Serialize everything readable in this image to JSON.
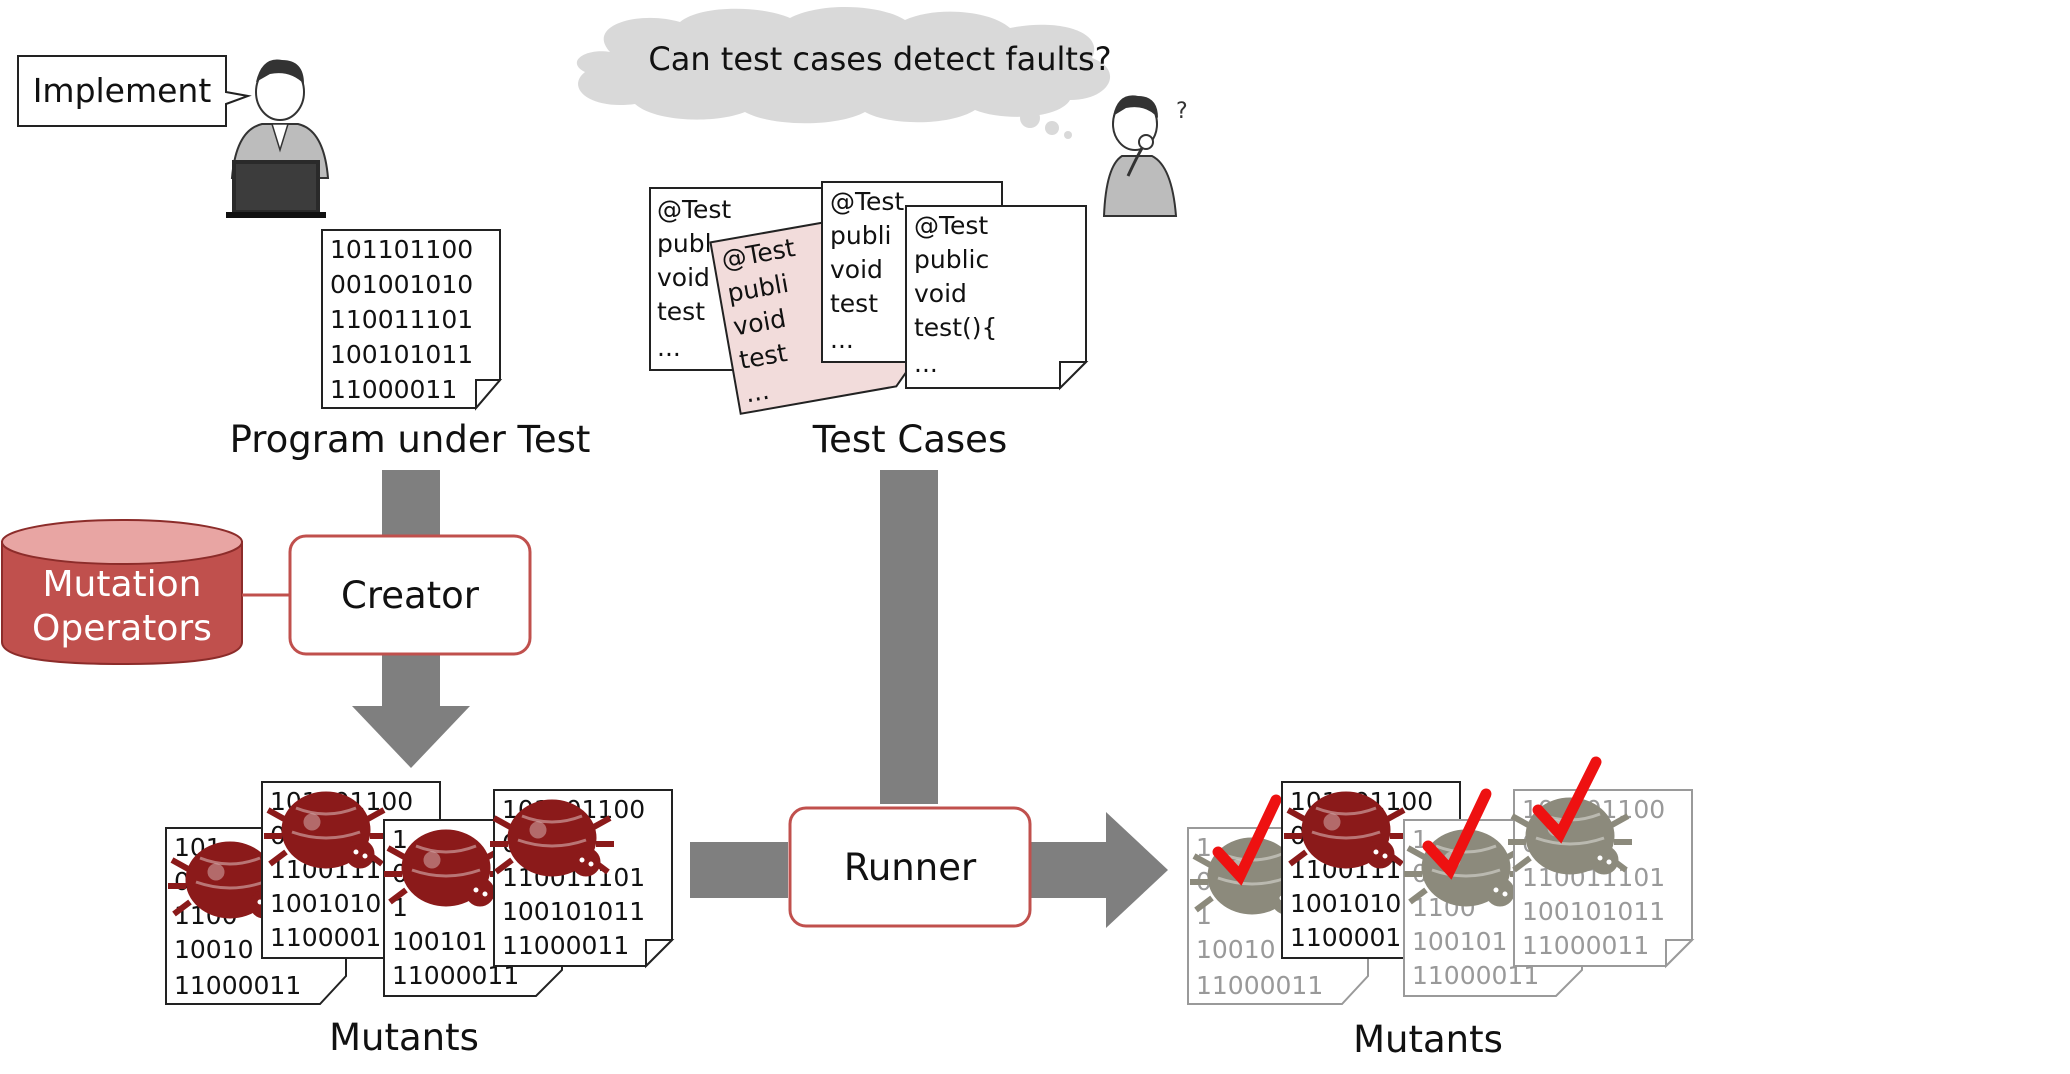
{
  "thought": "Can test cases detect faults?",
  "speech": "Implement",
  "question_mark": "?",
  "labels": {
    "program": "Program under Test",
    "test_cases": "Test Cases",
    "mutants_left": "Mutants",
    "mutants_right": "Mutants"
  },
  "mutation_operators": [
    "Mutation",
    "Operators"
  ],
  "creator": "Creator",
  "runner": "Runner",
  "program_code": [
    "101101100",
    "001001010",
    "110011101",
    "100101011",
    "11000011"
  ],
  "test_code_partial_a": [
    "@Test",
    "publ",
    "void",
    "test",
    "..."
  ],
  "test_code_partial_b": [
    "@Test",
    "publi",
    "void",
    "test",
    "..."
  ],
  "test_code_partial_c": [
    "@Test",
    "publi",
    "void",
    "test",
    "..."
  ],
  "test_code_full": [
    "@Test",
    "public",
    "void",
    "test(){",
    "..."
  ],
  "mutant_left_1": [
    "101",
    "0",
    "1100",
    "10010",
    "11000011"
  ],
  "mutant_left_2": [
    "101101100",
    "0",
    "1100111",
    "1001010",
    "1100001"
  ],
  "mutant_left_3": [
    "1",
    "0",
    "1",
    "100101",
    "11000011"
  ],
  "mutant_left_4": [
    "101101100",
    "0010",
    "110011101",
    "100101011",
    "11000011"
  ],
  "mutant_right_1": [
    "1",
    "0",
    "1",
    "10010",
    "11000011"
  ],
  "mutant_right_2": [
    "101101100",
    "0",
    "1100111",
    "1001010",
    "1100001"
  ],
  "mutant_right_3": [
    "1",
    "0",
    "1100",
    "100101",
    "11000011"
  ],
  "mutant_right_4": [
    "101101100",
    "0010",
    "110011101",
    "100101011",
    "11000011"
  ],
  "colors": {
    "accent_red": "#c0504d",
    "bug_red": "#8b1a1a",
    "killed_grey": "#8c8a7c",
    "check_red": "#ee1111",
    "arrow_grey": "#7f7f7f",
    "cloud_grey": "#d9d9d9",
    "pink_doc": "#f2dcdb"
  }
}
